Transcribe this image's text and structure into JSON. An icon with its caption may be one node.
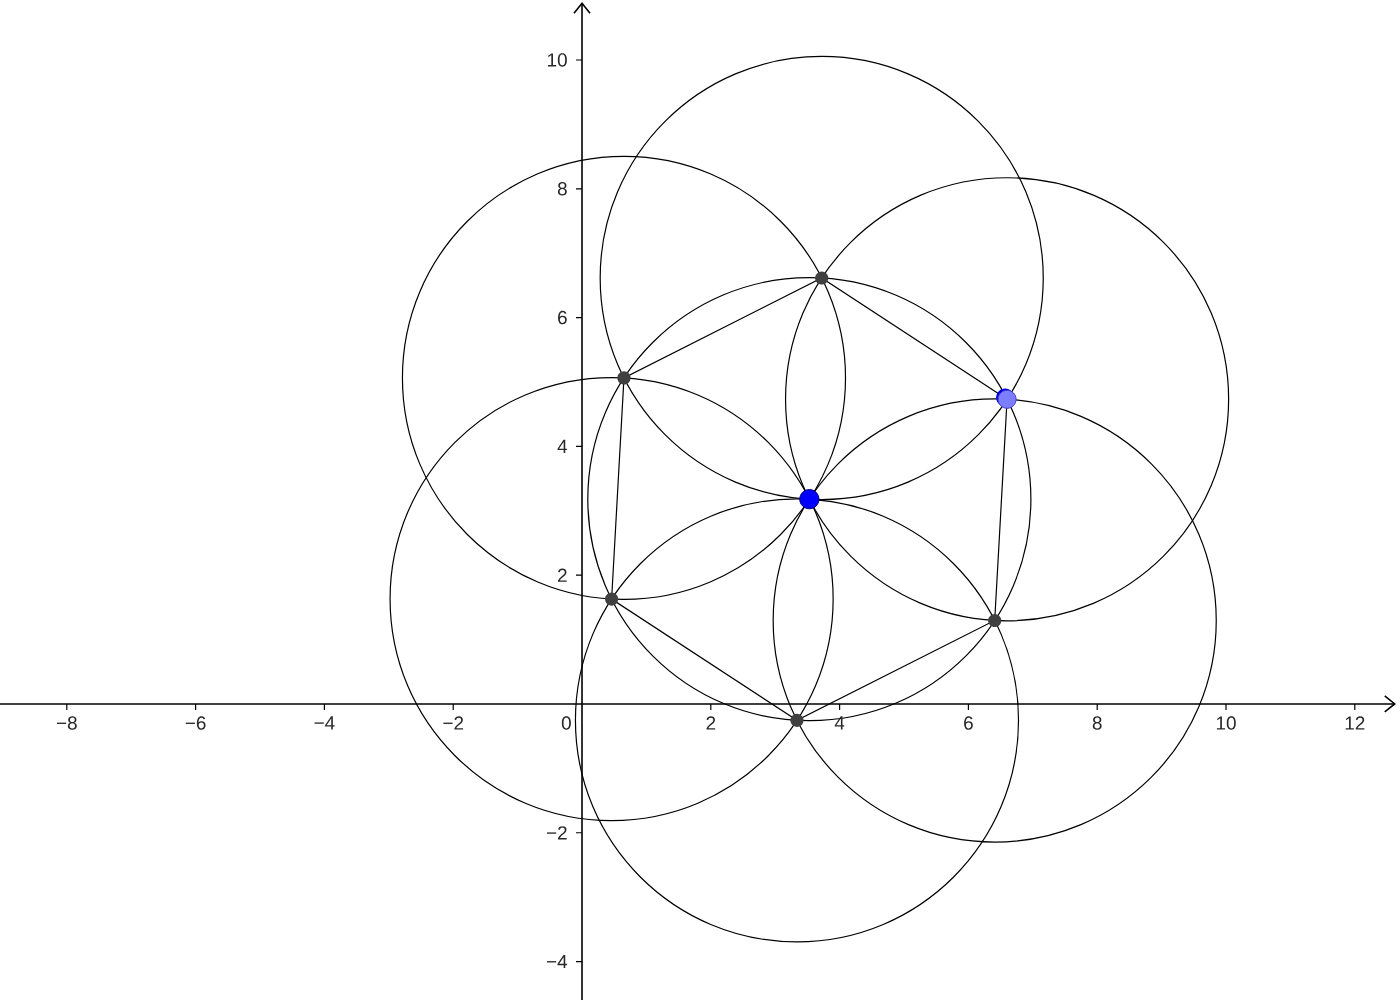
{
  "diagram": {
    "labels": [
      "10",
      "8",
      "6",
      "4",
      "2",
      "−8",
      "−6",
      "−4",
      "−2",
      "0",
      "2",
      "4",
      "6",
      "8",
      "10",
      "12",
      "−2",
      "−4"
    ]
  }
}
